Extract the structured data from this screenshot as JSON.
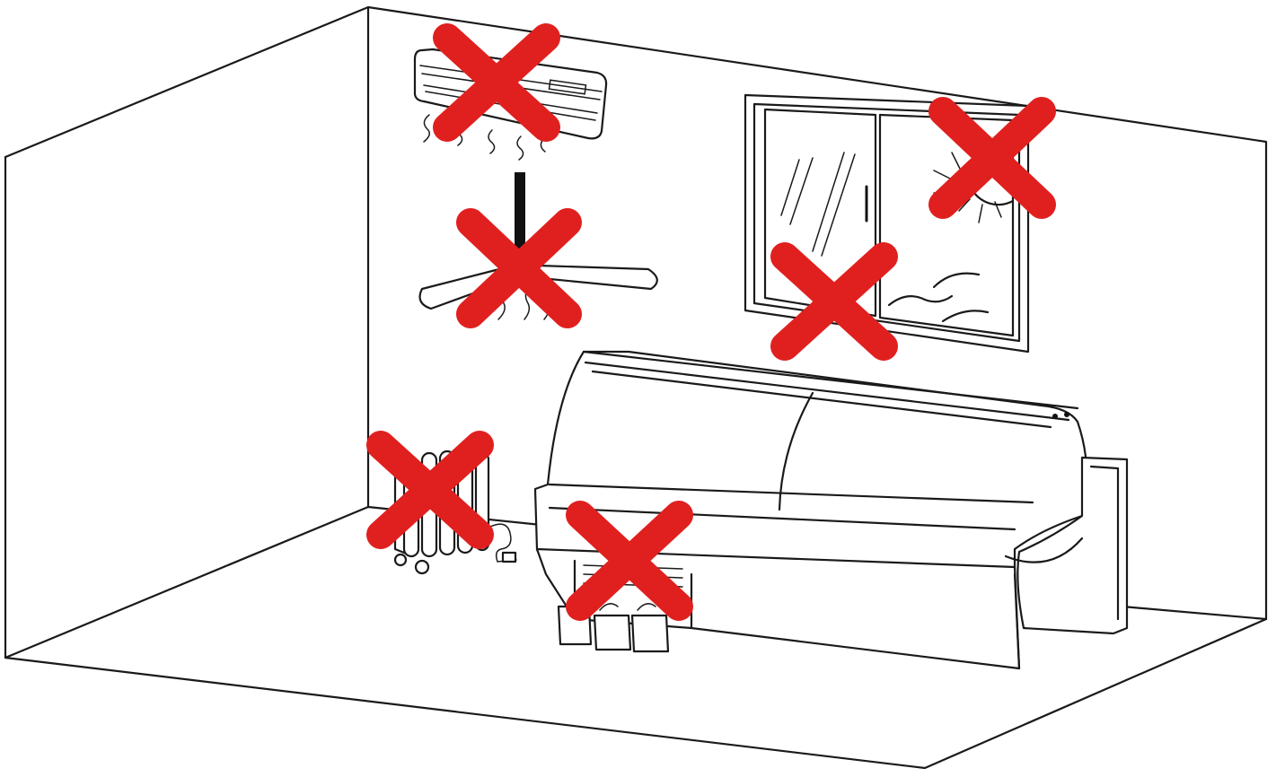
{
  "image": {
    "subject": "display-case-placement-prohibitions"
  },
  "prohibited_items": [
    {
      "id": "air-conditioner",
      "icon": "air-conditioner-icon"
    },
    {
      "id": "ceiling-fan",
      "icon": "ceiling-fan-icon"
    },
    {
      "id": "direct-sunlight",
      "icon": "sun-icon"
    },
    {
      "id": "open-window-draft",
      "icon": "window-icon"
    },
    {
      "id": "oil-heater",
      "icon": "heater-icon"
    },
    {
      "id": "blocked-ventilation",
      "icon": "blocked-vent-icon"
    }
  ],
  "colors": {
    "cross_mark": "#e0201f",
    "line_art": "#1a1a1a",
    "background": "#ffffff"
  }
}
